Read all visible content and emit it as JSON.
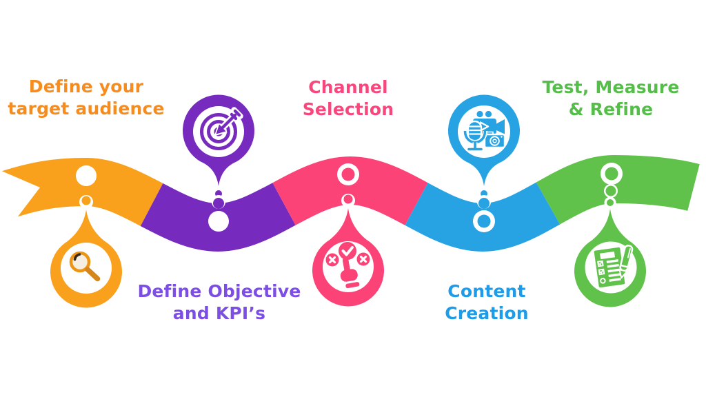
{
  "background": "#FFFFFF",
  "figure": {
    "type": "process-infographic",
    "description": "Five-step wavy ribbon marketing process"
  },
  "steps": [
    {
      "index": 1,
      "label": "Define your target audience",
      "lines": [
        "Define your",
        "target audience"
      ],
      "color": "#F9A01C",
      "text_color": "#F68B1E",
      "icon": "magnifying-glass-icon",
      "marker": "pin-below",
      "icon_colors": {
        "rim": "#EE9414",
        "lens": "#F6EEE1",
        "glare": "#3A2A1A",
        "handle": "#D5861A"
      }
    },
    {
      "index": 2,
      "label": "Define Objective and KPI’s",
      "lines": [
        "Define Objective",
        "and KPI’s"
      ],
      "color": "#772ABE",
      "text_color": "#7C4EE4",
      "icon": "target-dart-icon",
      "marker": "pin-above"
    },
    {
      "index": 3,
      "label": "Channel Selection",
      "lines": [
        "Channel",
        "Selection"
      ],
      "color": "#FB4378",
      "text_color": "#F8477D",
      "icon": "hand-check-icon",
      "marker": "pin-below"
    },
    {
      "index": 4,
      "label": "Content Creation",
      "lines": [
        "Content",
        "Creation"
      ],
      "color": "#27A3E4",
      "text_color": "#1E9CE8",
      "icon": "media-production-icon",
      "marker": "pin-above"
    },
    {
      "index": 5,
      "label": "Test, Measure & Refine",
      "lines": [
        "Test, Measure",
        "& Refine"
      ],
      "color": "#60C24B",
      "text_color": "#56BD4A",
      "icon": "checklist-pen-icon",
      "marker": "pin-below"
    }
  ]
}
